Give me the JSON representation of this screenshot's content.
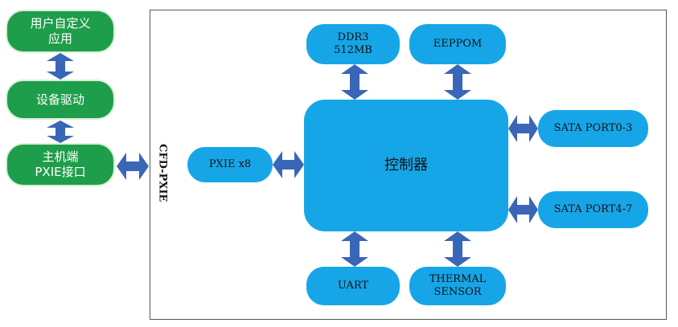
{
  "host_side": {
    "app_lines": [
      "用户自定义",
      "应用"
    ],
    "driver": "设备驱动",
    "interface_lines": [
      "主机端",
      "PXIE接口"
    ]
  },
  "board": {
    "label": "CFD-PXIE",
    "pxie": "PXIE x8",
    "controller": "控制器",
    "ddr_lines": [
      "DDR3",
      "512MB"
    ],
    "eeprom": "EEPPOM",
    "sata_a": "SATA PORT0-3",
    "sata_b": "SATA PORT4-7",
    "uart": "UART",
    "thermal_lines": [
      "THERMAL",
      "SENSOR"
    ]
  },
  "colors": {
    "host_node": "#1e9e4a",
    "board_node": "#16a6e8",
    "arrow": "#3a66b8"
  },
  "arrow_icon": "double-headed-arrow"
}
